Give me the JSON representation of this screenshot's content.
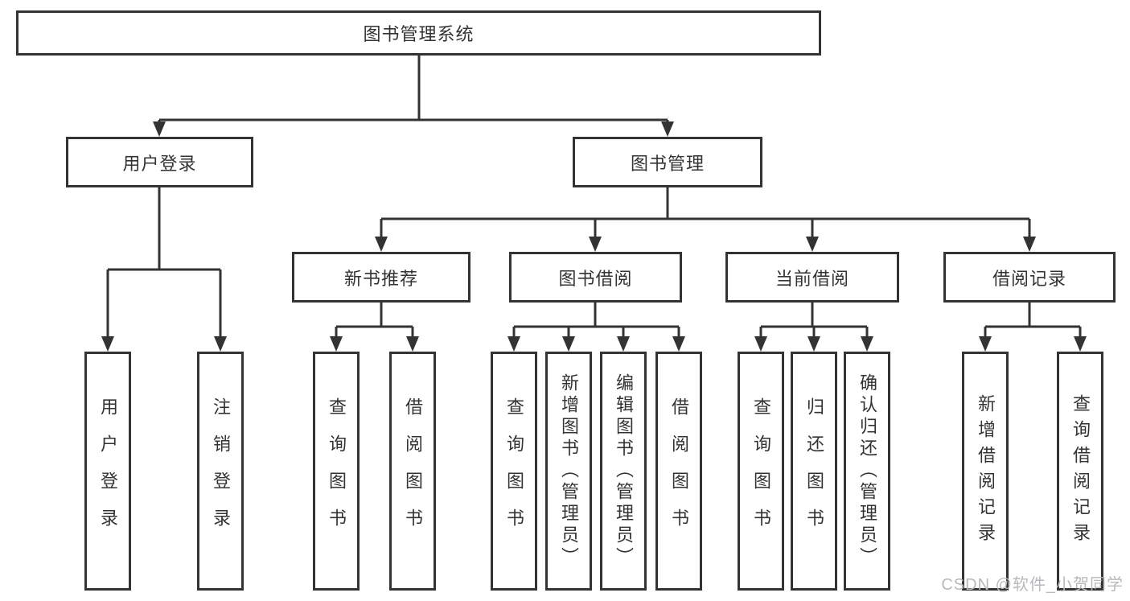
{
  "tree": {
    "root": {
      "label": "图书管理系统"
    },
    "level2": [
      {
        "label": "用户登录",
        "children": [
          {
            "label": "用户登录"
          },
          {
            "label": "注销登录"
          }
        ]
      },
      {
        "label": "图书管理",
        "children": [
          {
            "label": "新书推荐",
            "children": [
              {
                "label": "查询图书"
              },
              {
                "label": "借阅图书"
              }
            ]
          },
          {
            "label": "图书借阅",
            "children": [
              {
                "label": "查询图书"
              },
              {
                "label": "新增图书（管理员）"
              },
              {
                "label": "编辑图书（管理员）"
              },
              {
                "label": "借阅图书"
              }
            ]
          },
          {
            "label": "当前借阅",
            "children": [
              {
                "label": "查询图书"
              },
              {
                "label": "归还图书"
              },
              {
                "label": "确认归还（管理员）"
              }
            ]
          },
          {
            "label": "借阅记录",
            "children": [
              {
                "label": "新增借阅记录"
              },
              {
                "label": "查询借阅记录"
              }
            ]
          }
        ]
      }
    ]
  },
  "watermark": "CSDN @软件_小贺同学",
  "colors": {
    "line": "#333333",
    "box_border": "#333333",
    "box_background": "#ffffff",
    "text": "#333333",
    "watermark": "#b9b9bd"
  }
}
